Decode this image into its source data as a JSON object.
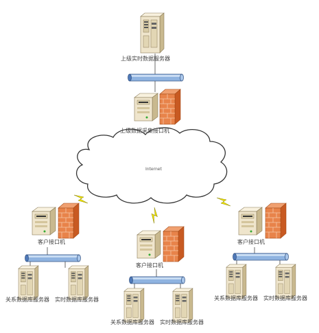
{
  "labels": {
    "top_server": "上级实时数据服务器",
    "top_gateway": "上级数据采集接口机",
    "cloud": "Internet",
    "left_gateway": "客户接口机",
    "left_rel_db": "关系数据库服务器",
    "left_rt_db": "实时数据库服务器",
    "mid_gateway": "客户接口机",
    "mid_rel_db": "关系数据库服务器",
    "mid_rt_db": "实时数据库服务器",
    "right_gateway": "客户接口机",
    "right_rel_db": "关系数据库服务器",
    "right_rt_db": "实时数据库服务器"
  },
  "colors": {
    "server_body": "#efe5cc",
    "server_shade": "#c9b98f",
    "firewall": "#e8834a",
    "firewall_dark": "#c85a22",
    "bus": "#8fb3e0",
    "bus_dark": "#4f79b8",
    "lightning": "#f2e600",
    "cloud_stroke": "#333333"
  },
  "icons": {
    "server": "tower-server-icon",
    "firewall": "brick-firewall-icon",
    "bus": "network-bus-icon",
    "link": "lightning-link-icon",
    "cloud": "internet-cloud-icon"
  }
}
